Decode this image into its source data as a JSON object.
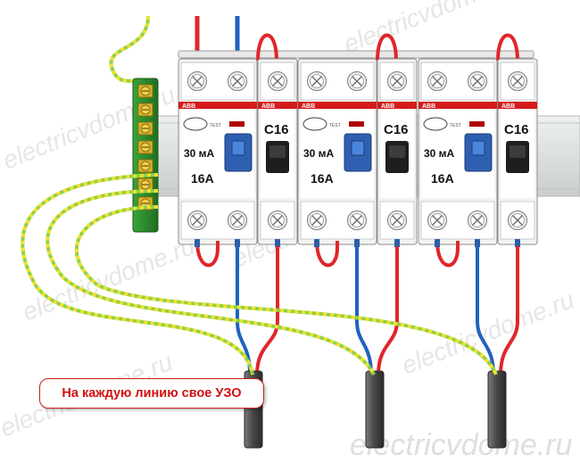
{
  "brand": "ABB",
  "test_label": "TEST",
  "rcbo": {
    "current_rating": "16A",
    "leakage_rating": "30 мА"
  },
  "breaker": {
    "rating": "C16"
  },
  "callout": {
    "text": "На каждую линию свое УЗО"
  },
  "watermark": "electricvdome.ru",
  "colors": {
    "phase_wire": "#e0262a",
    "neutral_wire": "#1f63c0",
    "earth_wire": "#8fd14a",
    "earth_stripe": "#f2e12c",
    "ground_bus": "#2e8a2e",
    "brand_bar": "#d51b1b",
    "din_rail": "#d9dcdc",
    "cable_sheath": "#555555"
  }
}
